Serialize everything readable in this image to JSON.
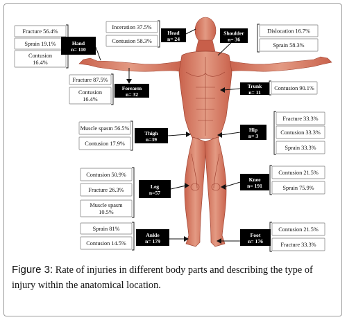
{
  "caption": {
    "label": "Figure 3:",
    "text": " Rate of injuries in different body parts and describing the type of injury within the anatomical location."
  },
  "colors": {
    "label_box": "#000000",
    "info_box_border": "#999999",
    "info_box_fill": "#ffffff",
    "skin": "#d9846f",
    "muscle": "#b8503e"
  },
  "parts": [
    {
      "name": "Hand",
      "count": "n= 110",
      "items": [
        "Fracture 56.4%",
        "Sprain 19.1%",
        "Contusion 16.4%"
      ]
    },
    {
      "name": "Head",
      "count": "n= 24",
      "items": [
        "Inceration 37.5%",
        "Contusion 58.3%"
      ]
    },
    {
      "name": "Shoulder",
      "count": "n= 36",
      "items": [
        "Dislocation 16.7%",
        "Sprain 58.3%"
      ]
    },
    {
      "name": "Forearm",
      "count": "n= 32",
      "items": [
        "Fracture 87.5%",
        "Contusion 16.4%"
      ]
    },
    {
      "name": "Trunk",
      "count": "n= 11",
      "items": [
        "Contusion 90.1%"
      ]
    },
    {
      "name": "Thigh",
      "count": "n=39",
      "items": [
        "Muscle spasm 56.5%",
        "Contusion 17.9%"
      ]
    },
    {
      "name": "Hip",
      "count": "n= 3",
      "items": [
        "Fracture 33.3%",
        "Contusion 33.3%",
        "Sprain 33.3%"
      ]
    },
    {
      "name": "Leg",
      "count": "n=57",
      "items": [
        "Contusion 50.9%",
        "Fracture 26.3%",
        "Muscle spasm 10.5%"
      ]
    },
    {
      "name": "Knee",
      "count": "n= 191",
      "items": [
        "Contusion 21.5%",
        "Sprain 75.9%"
      ]
    },
    {
      "name": "Ankle",
      "count": "n= 179",
      "items": [
        "Sprain 81%",
        "Contusion 14.5%"
      ]
    },
    {
      "name": "Foot",
      "count": "n= 176",
      "items": [
        "Contusion 21.5%",
        "Fracture 33.3%"
      ]
    }
  ]
}
